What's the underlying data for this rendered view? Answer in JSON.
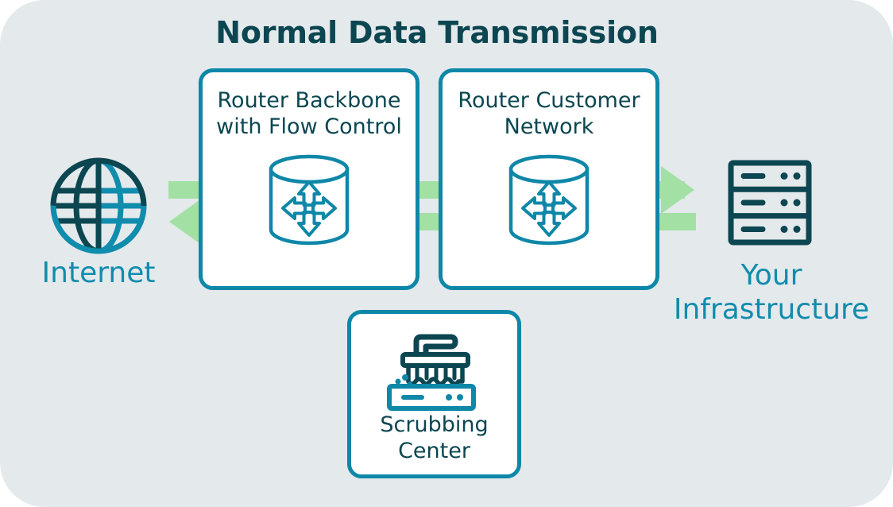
{
  "diagram": {
    "title": "Normal Data Transmission",
    "background_color": "#E4E9EC",
    "accent_color": "#0E87A8",
    "dark_color": "#0B4651",
    "flow_color": "#A2E0A4",
    "label_color": "#108CAD"
  },
  "nodes": {
    "internet": {
      "label": "Internet",
      "icon": "globe-icon"
    },
    "infrastructure": {
      "label_line1": "Your",
      "label_line2": "Infrastructure",
      "icon": "server-rack-icon"
    }
  },
  "panels": [
    {
      "id": "router-backbone",
      "label_line1": "Router Backbone",
      "label_line2": "with Flow Control",
      "icon": "router-cylinder-icon"
    },
    {
      "id": "router-customer-network",
      "label_line1": "Router Customer",
      "label_line2": "Network",
      "icon": "router-cylinder-icon"
    },
    {
      "id": "scrubbing-center",
      "label_line1": "Scrubbing",
      "label_line2": "Center",
      "icon": "scrub-brush-server-icon"
    }
  ],
  "flows": [
    {
      "id": "outbound-flow",
      "direction": "right",
      "description": "Internet to Your Infrastructure"
    },
    {
      "id": "inbound-flow",
      "direction": "left",
      "description": "Your Infrastructure to Internet"
    }
  ]
}
